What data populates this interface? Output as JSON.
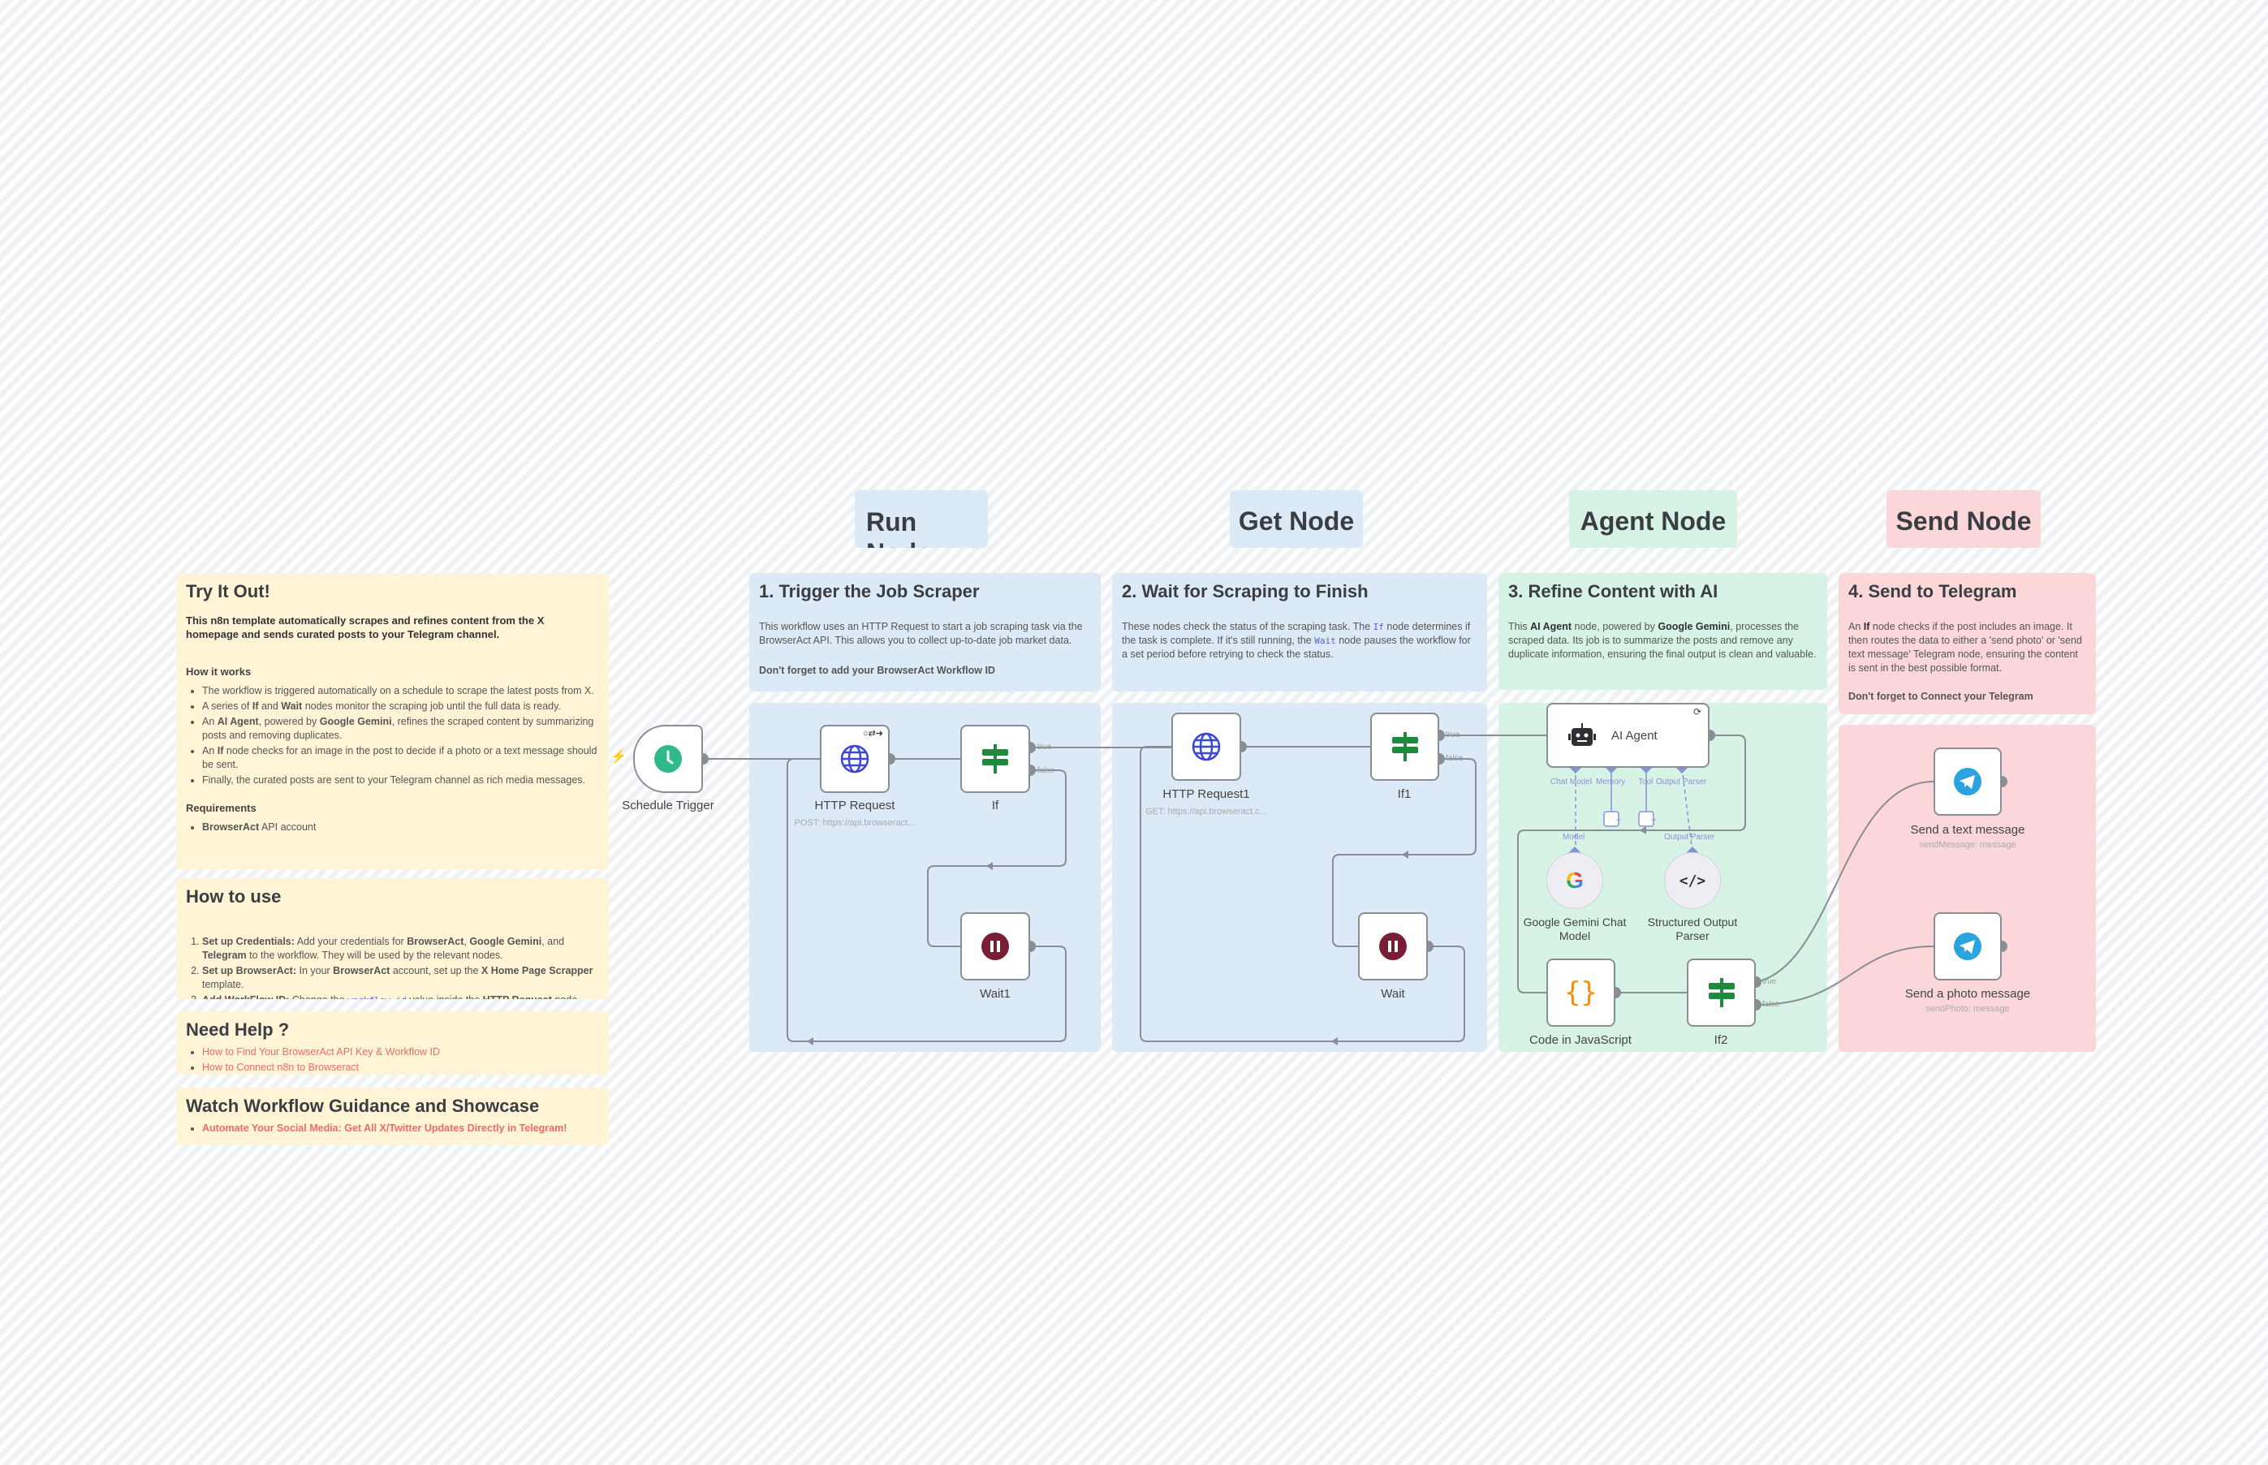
{
  "colors": {
    "note_yellow": "#fff4d6",
    "group_blue": "#dce9f6",
    "group_green": "#d6f3e6",
    "group_pink": "#fbd7da",
    "edge": "#8a8d94",
    "link": "#ef6b6b"
  },
  "headers": {
    "run": "Run Node",
    "get": "Get Node",
    "agent": "Agent Node",
    "send": "Send Node"
  },
  "try_it_out": {
    "title": "Try It Out!",
    "intro": "This n8n template automatically scrapes and refines content from the X homepage and sends curated posts to your Telegram channel.",
    "how_title": "How it works",
    "how_items": [
      [
        {
          "t": "The workflow is triggered automatically on a schedule to scrape the latest posts from X."
        }
      ],
      [
        {
          "t": "A series of "
        },
        {
          "t": "If",
          "b": true
        },
        {
          "t": " and "
        },
        {
          "t": "Wait",
          "b": true
        },
        {
          "t": " nodes monitor the scraping job until the full data is ready."
        }
      ],
      [
        {
          "t": "An "
        },
        {
          "t": "AI Agent",
          "b": true
        },
        {
          "t": ", powered by "
        },
        {
          "t": "Google Gemini",
          "b": true
        },
        {
          "t": ", refines the scraped content by summarizing posts and removing duplicates."
        }
      ],
      [
        {
          "t": "An "
        },
        {
          "t": "If",
          "b": true
        },
        {
          "t": " node checks for an image in the post to decide if a photo or a text message should be sent."
        }
      ],
      [
        {
          "t": "Finally, the curated posts are sent to your Telegram channel as rich media messages."
        }
      ]
    ],
    "req_title": "Requirements",
    "req_items": [
      [
        {
          "t": "BrowserAct",
          "b": true
        },
        {
          "t": " API account"
        }
      ]
    ]
  },
  "how_to_use": {
    "title": "How to use",
    "items": [
      [
        {
          "t": "Set up Credentials:",
          "b": true
        },
        {
          "t": " Add your credentials for "
        },
        {
          "t": "BrowserAct",
          "b": true
        },
        {
          "t": ", "
        },
        {
          "t": "Google Gemini",
          "b": true
        },
        {
          "t": ", and "
        },
        {
          "t": "Telegram",
          "b": true
        },
        {
          "t": " to the workflow. They will be used by the relevant nodes."
        }
      ],
      [
        {
          "t": "Set up BrowserAct:",
          "b": true
        },
        {
          "t": " In your "
        },
        {
          "t": "BrowserAct",
          "b": true
        },
        {
          "t": " account, set up the "
        },
        {
          "t": "X Home Page Scrapper",
          "b": true
        },
        {
          "t": " template."
        }
      ],
      [
        {
          "t": "Add WorkFlow ID:",
          "b": true
        },
        {
          "t": " Change the "
        },
        {
          "t": "workflow_id",
          "c": true
        },
        {
          "t": " value inside the "
        },
        {
          "t": "HTTP Request",
          "b": true
        },
        {
          "t": " node"
        }
      ]
    ]
  },
  "need_help": {
    "title": "Need Help ?",
    "links": [
      "How to Find Your BrowserAct API Key & Workflow ID",
      "How to Connect n8n to Browseract"
    ]
  },
  "watch": {
    "title": "Watch Workflow Guidance and Showcase",
    "links": [
      "Automate Your Social Media: Get All X/Twitter Updates Directly in Telegram!"
    ]
  },
  "sections": [
    {
      "title": "1. Trigger the Job Scraper",
      "body": [
        {
          "t": "This workflow uses an HTTP Request to start a job scraping task via the BrowserAct API. This allows you to collect up-to-date job market data."
        }
      ],
      "footer": "Don't forget to add your BrowserAct Workflow ID"
    },
    {
      "title": "2. Wait for Scraping to Finish",
      "body": [
        {
          "t": "These nodes check the status of the scraping task. The "
        },
        {
          "t": "If",
          "c": true
        },
        {
          "t": " node determines if the task is complete. If it's still running, the "
        },
        {
          "t": "Wait",
          "c": true
        },
        {
          "t": " node pauses the workflow for a set period before retrying to check the status."
        }
      ]
    },
    {
      "title": "3. Refine Content with AI",
      "body": [
        {
          "t": "This "
        },
        {
          "t": "AI Agent",
          "b": true
        },
        {
          "t": " node, powered by "
        },
        {
          "t": "Google Gemini",
          "b": true
        },
        {
          "t": ", processes the scraped data. Its job is to summarize the posts and remove any duplicate information, ensuring the final output is clean and valuable."
        }
      ]
    },
    {
      "title": "4. Send to Telegram",
      "body": [
        {
          "t": "An "
        },
        {
          "t": "If",
          "b": true
        },
        {
          "t": " node checks if the post includes an image. It then routes the data to either a 'send photo' or 'send text message' Telegram node, ensuring the content is sent in the best possible format."
        }
      ],
      "footer": "Don't forget to Connect your Telegram"
    }
  ],
  "nodes": {
    "schedule": {
      "label": "Schedule Trigger",
      "icon": "clock-icon"
    },
    "http": {
      "label": "HTTP Request",
      "sub": "POST: https://api.browseract...",
      "icon": "globe-icon"
    },
    "if": {
      "label": "If",
      "true": "true",
      "false": "false",
      "icon": "signpost-icon"
    },
    "wait1": {
      "label": "Wait1",
      "icon": "pause-icon"
    },
    "http1": {
      "label": "HTTP Request1",
      "sub": "GET: https://api.browseract.c...",
      "icon": "globe-icon"
    },
    "if1": {
      "label": "If1",
      "true": "true",
      "false": "false",
      "icon": "signpost-icon"
    },
    "wait": {
      "label": "Wait",
      "icon": "pause-icon"
    },
    "agent": {
      "label": "AI Agent",
      "icon": "robot-icon",
      "ports": [
        "Chat Model",
        "Memory",
        "Tool",
        "Output Parser"
      ]
    },
    "gemini": {
      "label": "Google Gemini Chat Model",
      "port": "Model",
      "icon": "google-icon"
    },
    "parser": {
      "label": "Structured Output Parser",
      "port": "Output Parser",
      "icon": "code-tag-icon"
    },
    "code": {
      "label": "Code in JavaScript",
      "icon": "braces-icon"
    },
    "if2": {
      "label": "If2",
      "true": "true",
      "false": "false",
      "icon": "signpost-icon"
    },
    "send_text": {
      "label": "Send a text message",
      "sub": "sendMessage: message",
      "icon": "telegram-icon"
    },
    "send_photo": {
      "label": "Send a photo message",
      "sub": "sendPhoto: message",
      "icon": "telegram-icon"
    }
  }
}
